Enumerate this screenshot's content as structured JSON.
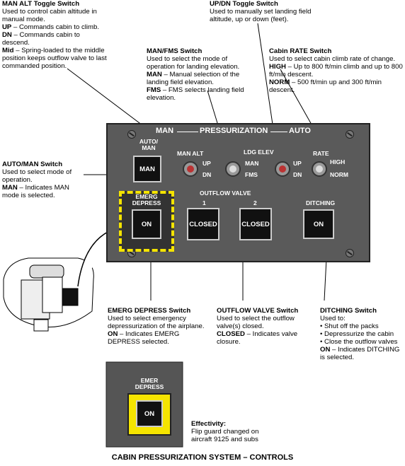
{
  "man_alt": {
    "title": "MAN ALT Toggle Switch",
    "desc": "Used to control cabin altitude in manual mode.",
    "up_k": "UP",
    "up_v": " – Commands cabin to climb.",
    "dn_k": "DN",
    "dn_v": " – Commands cabin to descend.",
    "mid_k": "Mid",
    "mid_v": " – Spring-loaded to the middle position keeps outflow valve to last commanded position."
  },
  "updn": {
    "title": "UP/DN Toggle Switch",
    "desc": "Used to manually set landing field altitude, up or down (feet)."
  },
  "manfms": {
    "title": "MAN/FMS Switch",
    "desc": "Used to select the mode of operation for landing elevation.",
    "man_k": "MAN",
    "man_v": " – Manual selection of the landing field elevation.",
    "fms_k": "FMS",
    "fms_v": " – FMS selects landing field elevation."
  },
  "rate": {
    "title": "Cabin RATE Switch",
    "desc": "Used to select cabin climb rate of change.",
    "high_k": "HIGH",
    "high_v": " – Up to 800 ft/min climb and up to 800 ft/min descent.",
    "norm_k": "NORM",
    "norm_v": " – 500 ft/min up and 300 ft/min descent."
  },
  "automan": {
    "title": "AUTO/MAN Switch",
    "desc": "Used to select mode of operation.",
    "man_k": "MAN",
    "man_v": " – Indicates MAN mode is selected."
  },
  "emerg": {
    "title": "EMERG DEPRESS Switch",
    "desc": "Used to select emergency depressurization of the airplane.",
    "on_k": "ON",
    "on_v": " – Indicates EMERG DEPRESS selected."
  },
  "outflow": {
    "title": "OUTFLOW VALVE Switch",
    "desc": "Used to select the outflow valve(s) closed.",
    "closed_k": "CLOSED",
    "closed_v": " – Indicates valve closure."
  },
  "ditching": {
    "title": "DITCHING Switch",
    "desc": "Used to:",
    "b1": "• Shut off the packs",
    "b2": "• Depressurize the cabin",
    "b3": "• Close the outflow valves",
    "on_k": "ON",
    "on_v": " – Indicates DITCHING is selected."
  },
  "effectivity": {
    "title": "Effectivity:",
    "desc": "Flip guard changed on aircraft 9125 and subs"
  },
  "panel": {
    "man": "MAN",
    "pressurization": "PRESSURIZATION",
    "auto": "AUTO",
    "auto_man": "AUTO/\nMAN",
    "man_btn": "MAN",
    "man_alt": "MAN ALT",
    "up": "UP",
    "dn": "DN",
    "ldg_elev": "LDG ELEV",
    "man_sw": "MAN",
    "fms_sw": "FMS",
    "up2": "UP",
    "dn2": "DN",
    "rate": "RATE",
    "high": "HIGH",
    "norm": "NORM",
    "emerg_depress": "EMERG DEPRESS",
    "on1": "ON",
    "outflow_valve": "OUTFLOW VALVE",
    "v1": "1",
    "v2": "2",
    "closed1": "CLOSED",
    "closed2": "CLOSED",
    "ditching": "DITCHING",
    "on2": "ON"
  },
  "inset": {
    "emer_depress": "EMER DEPRESS",
    "on": "ON"
  },
  "caption": "CABIN PRESSURIZATION SYSTEM – CONTROLS",
  "colors": {
    "panel": "#5a5a5a",
    "guard": "#f5e400",
    "button": "#111111"
  }
}
